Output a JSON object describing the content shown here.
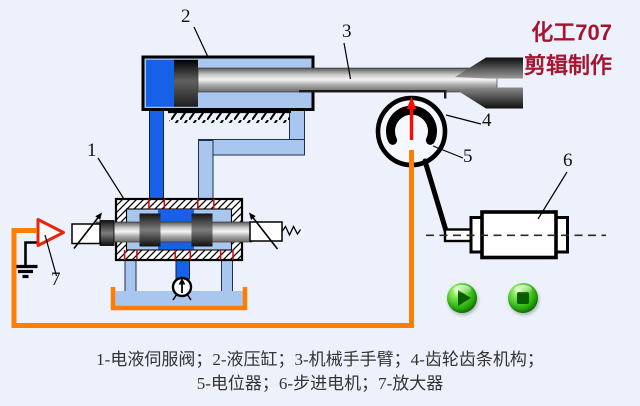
{
  "brand": {
    "line1": "化工707",
    "line2": "剪辑制作"
  },
  "caption": {
    "line1": "1-电液伺服阀；2-液压缸；3-机械手手臂；4-齿轮齿条机构；",
    "line2": "5-电位器；6-步进电机；7-放大器"
  },
  "callouts": {
    "c1": "1",
    "c2": "2",
    "c3": "3",
    "c4": "4",
    "c5": "5",
    "c6": "6",
    "c7": "7"
  },
  "icons": {
    "play": "play-icon",
    "stop": "stop-icon"
  },
  "colors": {
    "background": "#EDF1FB",
    "supply_fluid_blue": "#1661E8",
    "return_fluid_blue": "#A9C6EE",
    "wire_orange": "#FF7D00",
    "amplifier_red": "#E8250C",
    "pointer_red": "#FF0800",
    "brand_red": "#A81430",
    "button_green": "#2EB512"
  }
}
